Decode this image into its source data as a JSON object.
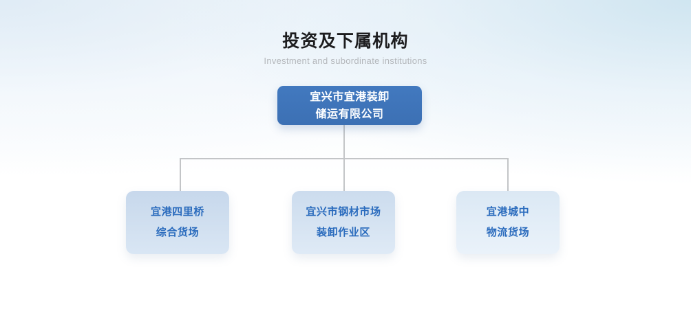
{
  "heading": {
    "title": "投资及下属机构",
    "subtitle": "Investment and subordinate institutions"
  },
  "org_chart": {
    "root": {
      "line1": "宜兴市宜港装卸",
      "line2": "储运有限公司"
    },
    "children": [
      {
        "line1": "宜港四里桥",
        "line2": "综合货场"
      },
      {
        "line1": "宜兴市钢材市场",
        "line2": "装卸作业区"
      },
      {
        "line1": "宜港城中",
        "line2": "物流货场"
      }
    ]
  },
  "colors": {
    "root_node": "#3f77bd",
    "root_text": "#ffffff",
    "child_text": "#2a6bbd",
    "child_node_top": "#c9d8ec",
    "child_node_bottom": "#d9e6f4",
    "connector_line": "#c3c5c7",
    "title_text": "#1d1d1f",
    "subtitle_text": "#b4b7bb",
    "background_tint": "#eef4f9"
  }
}
